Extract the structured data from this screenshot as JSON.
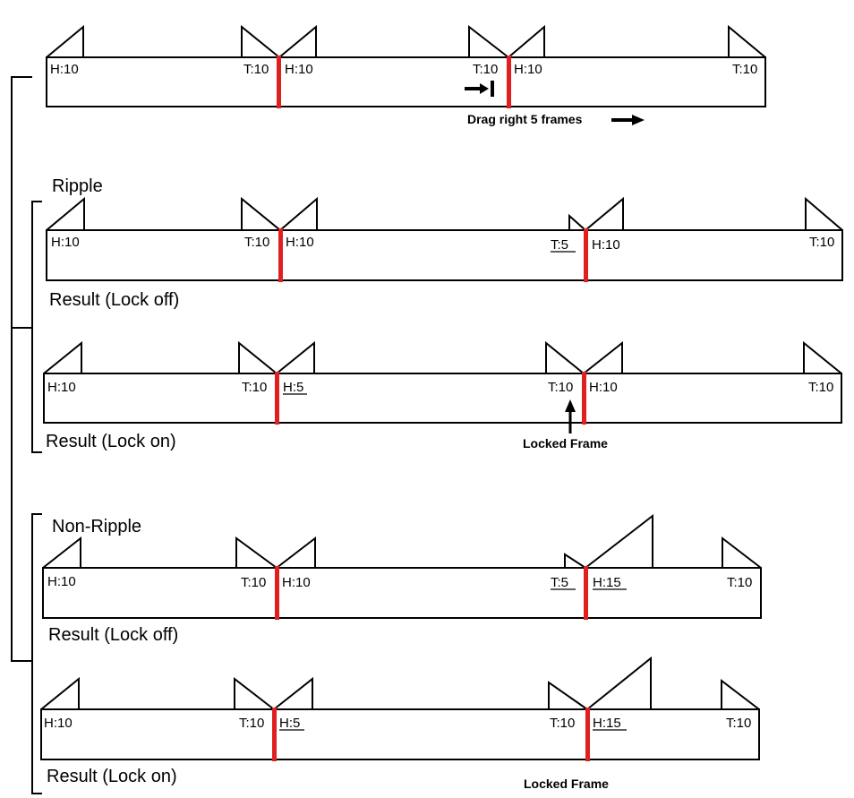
{
  "colors": {
    "line": "#000000",
    "cut": "#e02020",
    "background": "#ffffff"
  },
  "sections": {
    "ripple": "Ripple",
    "non_ripple": "Non-Ripple"
  },
  "tracks": [
    {
      "id": "original",
      "labels": [
        {
          "text": "H:10",
          "underline": false
        },
        {
          "text": "T:10",
          "underline": false
        },
        {
          "text": "H:10",
          "underline": false
        },
        {
          "text": "T:10",
          "underline": false
        },
        {
          "text": "H:10",
          "underline": false
        },
        {
          "text": "T:10",
          "underline": false
        }
      ],
      "caption": "",
      "note": "Drag right 5 frames"
    },
    {
      "id": "ripple-lock-off",
      "labels": [
        {
          "text": "H:10",
          "underline": false
        },
        {
          "text": "T:10",
          "underline": false
        },
        {
          "text": "H:10",
          "underline": false
        },
        {
          "text": "T:5",
          "underline": true
        },
        {
          "text": "H:10",
          "underline": false
        },
        {
          "text": "T:10",
          "underline": false
        }
      ],
      "caption": "Result (Lock off)",
      "note": ""
    },
    {
      "id": "ripple-lock-on",
      "labels": [
        {
          "text": "H:10",
          "underline": false
        },
        {
          "text": "T:10",
          "underline": false
        },
        {
          "text": "H:5",
          "underline": true
        },
        {
          "text": "T:10",
          "underline": false
        },
        {
          "text": "H:10",
          "underline": false
        },
        {
          "text": "T:10",
          "underline": false
        }
      ],
      "caption": "Result (Lock on)",
      "note": "Locked Frame"
    },
    {
      "id": "nonripple-lock-off",
      "labels": [
        {
          "text": "H:10",
          "underline": false
        },
        {
          "text": "T:10",
          "underline": false
        },
        {
          "text": "H:10",
          "underline": false
        },
        {
          "text": "T:5",
          "underline": true
        },
        {
          "text": "H:15",
          "underline": true
        },
        {
          "text": "T:10",
          "underline": false
        }
      ],
      "caption": "Result (Lock off)",
      "note": ""
    },
    {
      "id": "nonripple-lock-on",
      "labels": [
        {
          "text": "H:10",
          "underline": false
        },
        {
          "text": "T:10",
          "underline": false
        },
        {
          "text": "H:5",
          "underline": true
        },
        {
          "text": "T:10",
          "underline": false
        },
        {
          "text": "H:15",
          "underline": true
        },
        {
          "text": "T:10",
          "underline": false
        }
      ],
      "caption": "Result (Lock on)",
      "note": "Locked Frame"
    }
  ]
}
